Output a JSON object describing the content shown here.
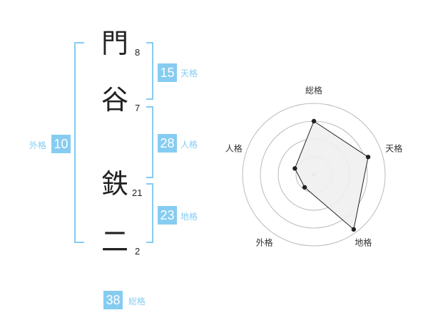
{
  "colors": {
    "accent": "#86ccf1",
    "label_text": "#86ccf1",
    "kanji_text": "#222222",
    "radar_fill": "#efefef",
    "radar_ring": "#bbbbbb",
    "radar_line": "#222222"
  },
  "name": {
    "characters": [
      {
        "char": "門",
        "strokes": "8"
      },
      {
        "char": "谷",
        "strokes": "7"
      },
      {
        "char": "鉄",
        "strokes": "21"
      },
      {
        "char": "二",
        "strokes": "2"
      }
    ]
  },
  "fortunes": {
    "tenkaku": {
      "value": "15",
      "label": "天格"
    },
    "jinkaku": {
      "value": "28",
      "label": "人格"
    },
    "chikaku": {
      "value": "23",
      "label": "地格"
    },
    "gaikaku": {
      "value": "10",
      "label": "外格"
    },
    "soukaku": {
      "value": "38",
      "label": "総格"
    }
  },
  "chart_data": {
    "type": "radar",
    "categories": [
      "総格",
      "天格",
      "地格",
      "外格",
      "人格"
    ],
    "values": [
      0.75,
      0.8,
      0.95,
      0.22,
      0.28
    ],
    "range": [
      0,
      1
    ],
    "rings": 4,
    "grid": true
  }
}
